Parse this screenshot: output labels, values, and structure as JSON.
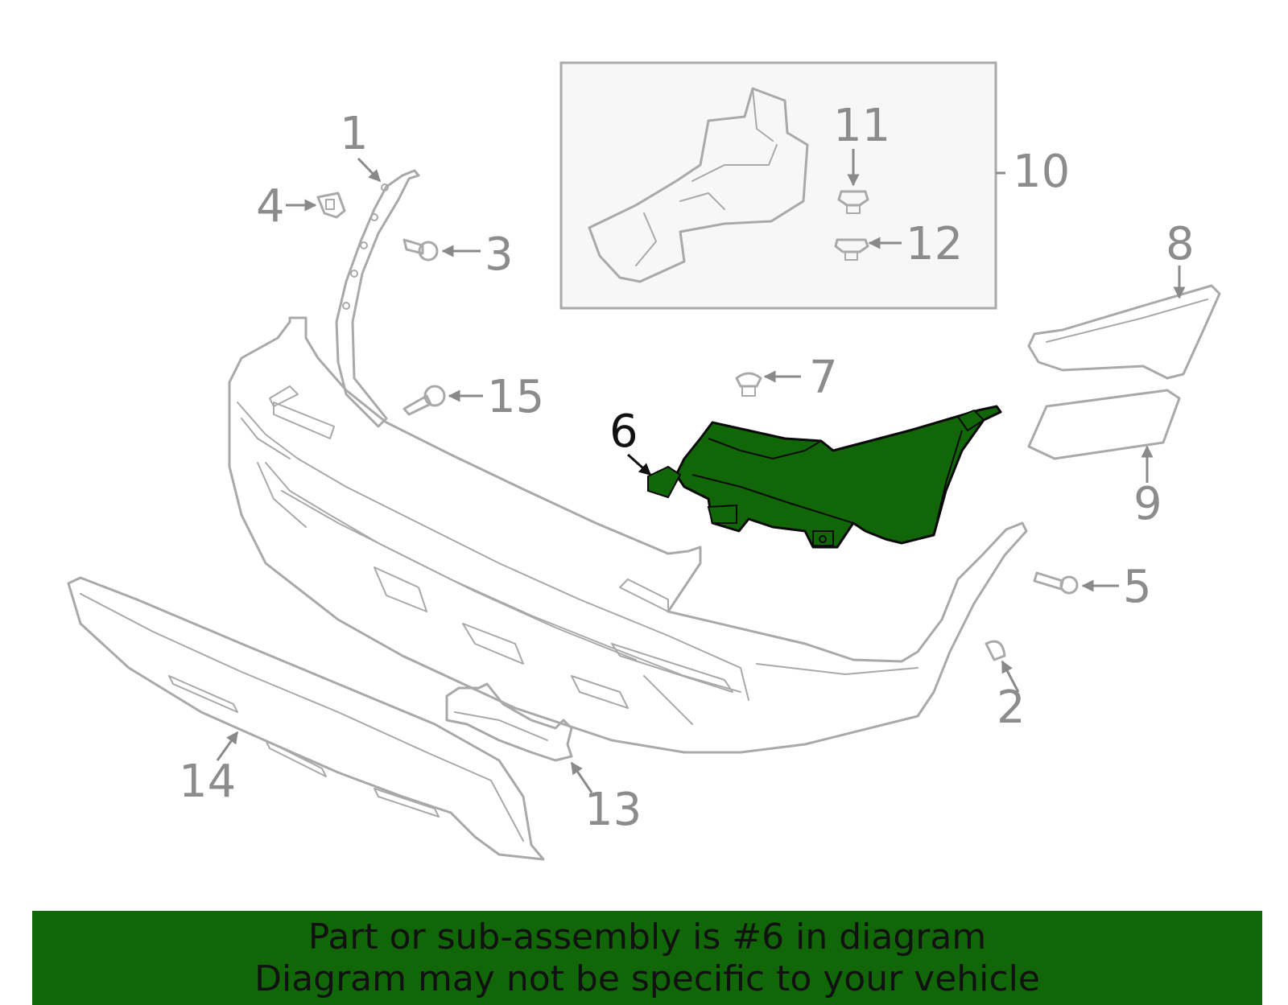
{
  "diagram": {
    "highlight_color": "#116607",
    "line_color": "#a9a9a9",
    "callouts": [
      {
        "id": "1",
        "text": "1",
        "highlighted": false
      },
      {
        "id": "2",
        "text": "2",
        "highlighted": false
      },
      {
        "id": "3",
        "text": "3",
        "highlighted": false
      },
      {
        "id": "4",
        "text": "4",
        "highlighted": false
      },
      {
        "id": "5",
        "text": "5",
        "highlighted": false
      },
      {
        "id": "6",
        "text": "6",
        "highlighted": true
      },
      {
        "id": "7",
        "text": "7",
        "highlighted": false
      },
      {
        "id": "8",
        "text": "8",
        "highlighted": false
      },
      {
        "id": "9",
        "text": "9",
        "highlighted": false
      },
      {
        "id": "10",
        "text": "10",
        "highlighted": false
      },
      {
        "id": "11",
        "text": "11",
        "highlighted": false
      },
      {
        "id": "12",
        "text": "12",
        "highlighted": false
      },
      {
        "id": "13",
        "text": "13",
        "highlighted": false
      },
      {
        "id": "14",
        "text": "14",
        "highlighted": false
      },
      {
        "id": "15",
        "text": "15",
        "highlighted": false
      }
    ]
  },
  "banner": {
    "background": "#116607",
    "line1": "Part or sub-assembly is #6 in diagram",
    "line2": "Diagram may not be specific to your vehicle"
  }
}
